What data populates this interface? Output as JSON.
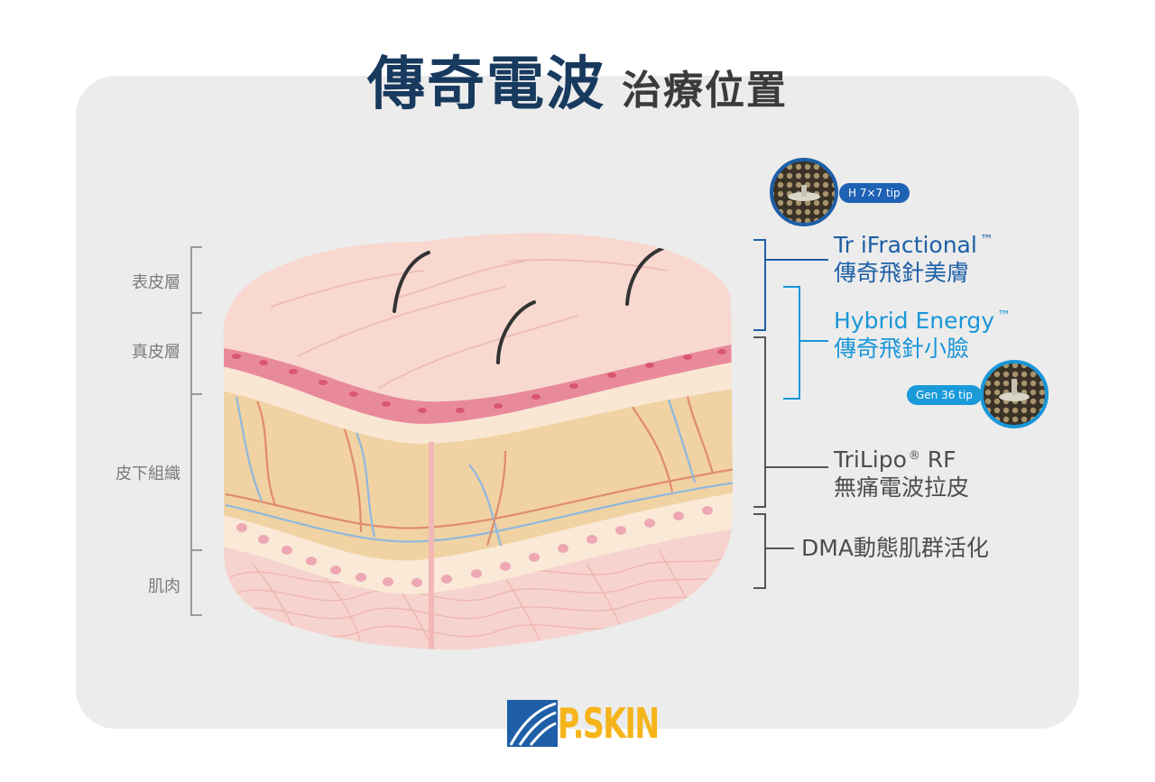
{
  "title": {
    "main": "傳奇電波",
    "sub": "治療位置"
  },
  "layers": [
    "表皮層",
    "真皮層",
    "皮下組織",
    "肌肉"
  ],
  "treatments": [
    {
      "name": "Tr iFractional",
      "mark": "™",
      "subtitle": "傳奇飛針美膚",
      "tip": "H 7×7 tip"
    },
    {
      "name": "Hybrid Energy",
      "mark": "™",
      "subtitle": "傳奇飛針小臉",
      "tip": "Gen 36 tip"
    },
    {
      "name": "TriLipo",
      "mark": "®",
      "name_suffix": " RF",
      "subtitle": "無痛電波拉皮"
    },
    {
      "name": "DMA動態肌群活化"
    }
  ],
  "logo": {
    "text": "P.SKIN"
  },
  "colors": {
    "title": "#173a5e",
    "dark_blue": "#1d5fa6",
    "light_blue": "#1a96d8",
    "logo_blue": "#1e5fa8",
    "logo_gold": "#f5b41a",
    "panel": "#ececec"
  }
}
